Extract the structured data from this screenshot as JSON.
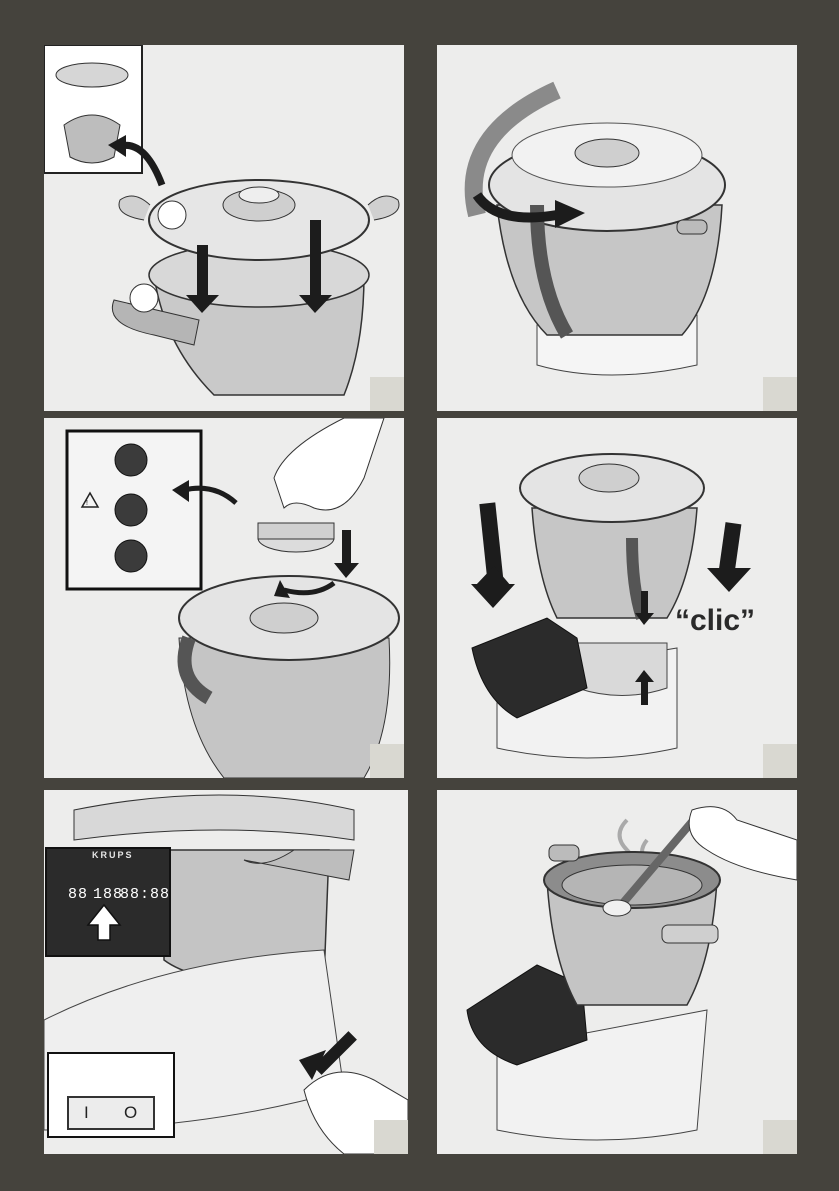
{
  "step_3_sound": "“clic”",
  "step_5_display": {
    "brand": "KRUPS",
    "time_left": "88",
    "temp": "188",
    "time_right": "88:88"
  },
  "step_5_switch": {
    "on": "I",
    "off": "O"
  },
  "colors": {
    "page_background": "#45433d",
    "panel_background": "#ededec",
    "badge": "#d9d8d1",
    "arrow": "#1c1c1c",
    "metal": "#c9c9c9",
    "panel_display": "#2b2b2b"
  },
  "icons": [
    "curved-arrow-icon",
    "down-arrow-icon",
    "up-arrow-icon",
    "rotate-arrow-icon",
    "steam-icon",
    "hot-surface-warning-icon"
  ]
}
